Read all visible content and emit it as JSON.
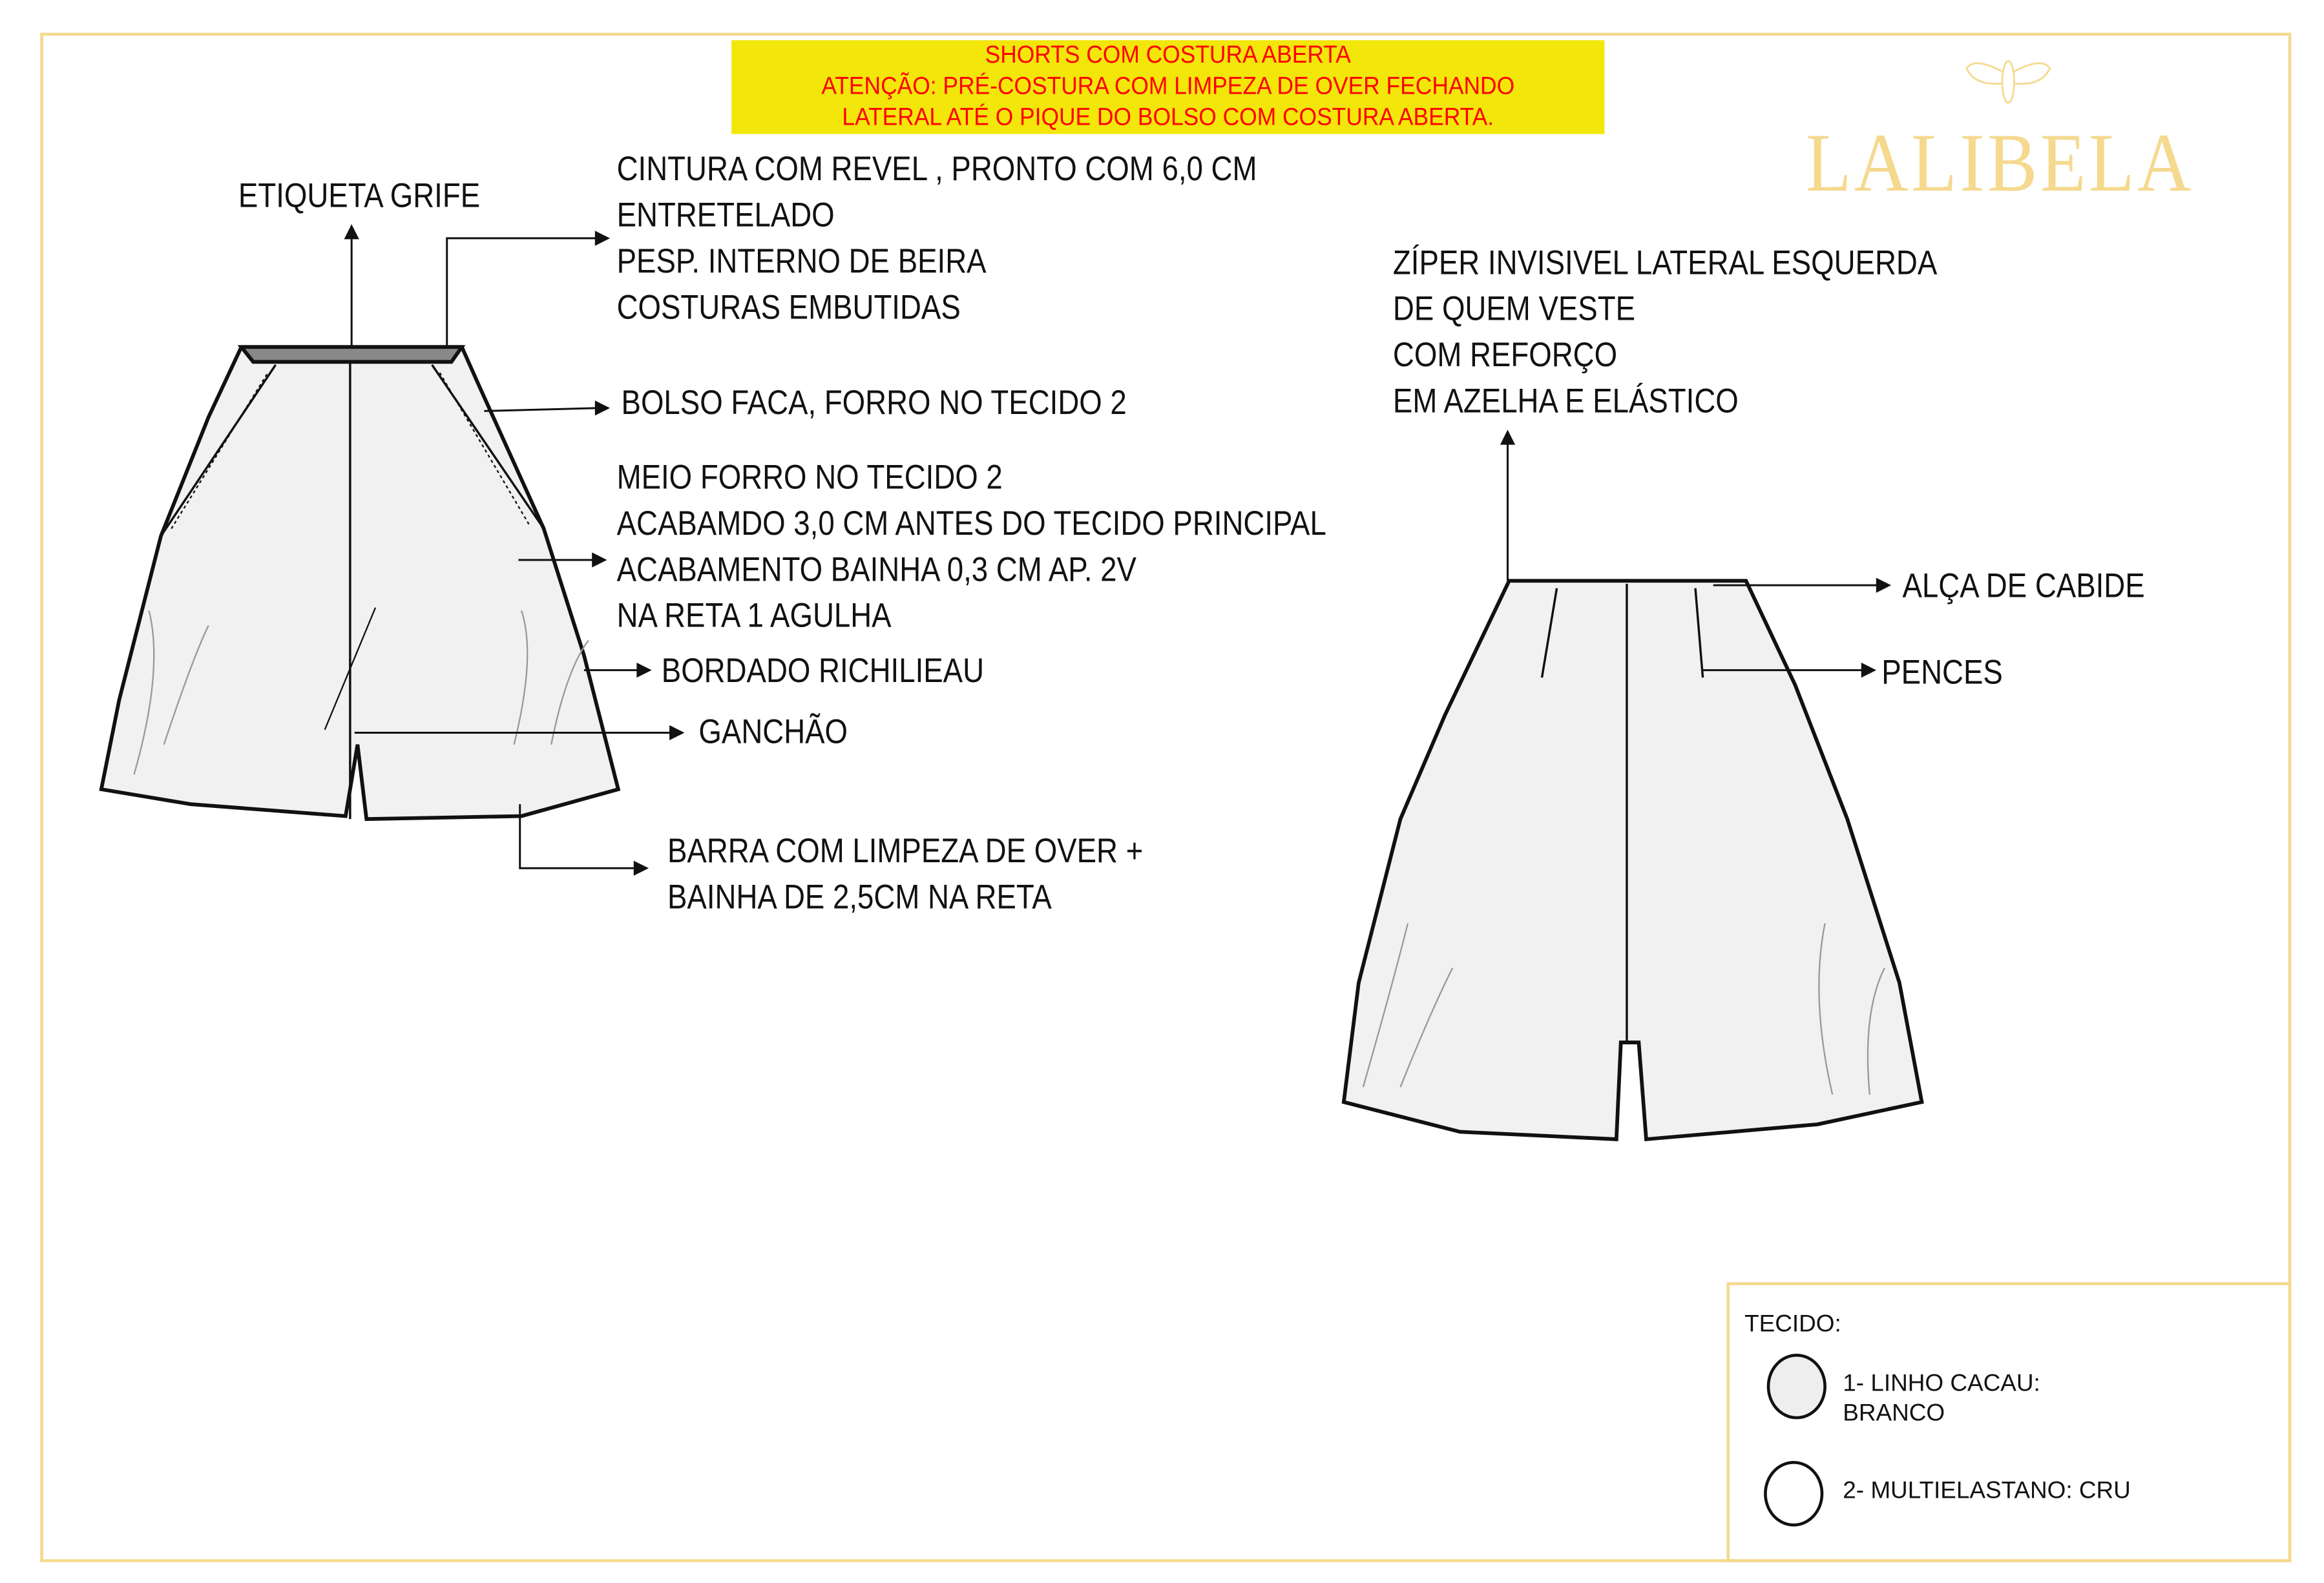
{
  "warning": {
    "lines": [
      "SHORTS COM COSTURA ABERTA",
      "ATENÇÃO: PRÉ-COSTURA COM LIMPEZA DE OVER FECHANDO",
      "LATERAL ATÉ O PIQUE DO BOLSO COM COSTURA ABERTA."
    ]
  },
  "brand": {
    "name": "LALIBELA",
    "color": "#f5d98f"
  },
  "front": {
    "etiqueta": "ETIQUETA GRIFE",
    "cintura": [
      "CINTURA COM REVEL , PRONTO COM 6,0 CM",
      "ENTRETELADO",
      "PESP. INTERNO DE BEIRA",
      "COSTURAS EMBUTIDAS"
    ],
    "bolso": "BOLSO FACA, FORRO NO TECIDO 2",
    "forro": [
      "MEIO FORRO NO TECIDO 2",
      "ACABAMDO 3,0 CM ANTES DO TECIDO PRINCIPAL",
      "ACABAMENTO BAINHA 0,3 CM AP. 2V",
      "NA RETA 1 AGULHA"
    ],
    "bordado": "BORDADO RICHILIEAU",
    "ganchao": "GANCHÃO",
    "barra": [
      "BARRA COM LIMPEZA DE OVER +",
      "BAINHA DE 2,5CM NA RETA"
    ]
  },
  "back": {
    "ziper": [
      "ZÍPER INVISIVEL LATERAL ESQUERDA",
      "DE QUEM VESTE",
      "COM REFORÇO",
      "EM AZELHA E ELÁSTICO"
    ],
    "alca": "ALÇA DE CABIDE",
    "pences": "PENCES"
  },
  "legend": {
    "title": "TECIDO:",
    "items": [
      {
        "line1": "1- LINHO CACAU:",
        "line2": "BRANCO"
      },
      {
        "line1": "2- MULTIELASTANO: CRU",
        "line2": ""
      }
    ]
  }
}
